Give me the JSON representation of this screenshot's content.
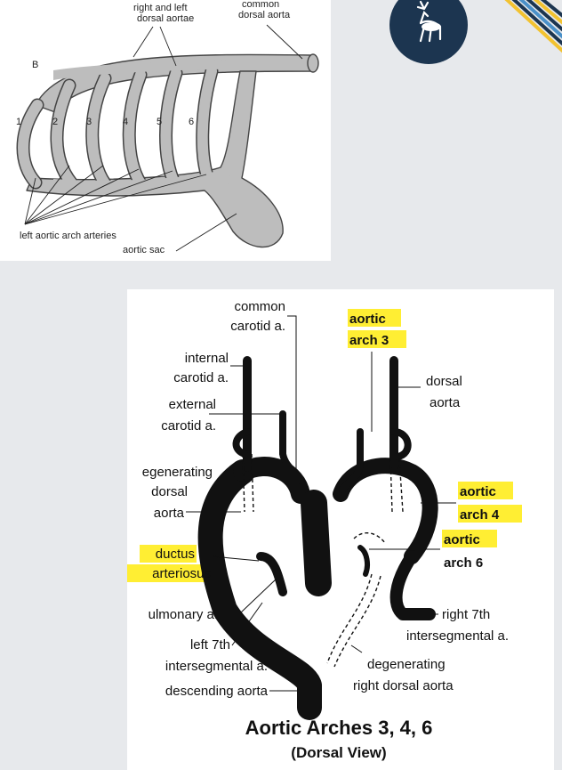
{
  "top_diagram": {
    "label_b": "B",
    "label_right_left_dorsal_aortae_1": "right and left",
    "label_right_left_dorsal_aortae_2": "dorsal aortae",
    "label_common_dorsal_aorta_1": "common",
    "label_common_dorsal_aorta_2": "dorsal aorta",
    "arch_numbers": [
      "1",
      "2",
      "3",
      "4",
      "5",
      "6"
    ],
    "label_left_aortic_arch_arteries": "left aortic arch arteries",
    "label_aortic_sac": "aortic sac"
  },
  "bottom_diagram": {
    "common_carotid_1": "common",
    "common_carotid_2": "carotid a.",
    "internal_carotid_1": "internal",
    "internal_carotid_2": "carotid a.",
    "external_carotid_1": "external",
    "external_carotid_2": "carotid a.",
    "degenerating_dorsal_aorta_1": "egenerating",
    "degenerating_dorsal_aorta_2": "dorsal",
    "degenerating_dorsal_aorta_3": "aorta",
    "ductus_1": "ductus",
    "ductus_2": "arteriosus",
    "pulmonary": "ulmonary a.",
    "left_7th_1": "left 7th",
    "left_7th_2": "intersegmental a.",
    "descending_aorta": "descending aorta",
    "aortic_arch_3_1": "aortic",
    "aortic_arch_3_2": "arch 3",
    "dorsal_aorta_1": "dorsal",
    "dorsal_aorta_2": "aorta",
    "aortic_arch_4_1": "aortic",
    "aortic_arch_4_2": "arch 4",
    "aortic_arch_6_1": "aortic",
    "aortic_arch_6_2": "arch 6",
    "right_7th_1": "right 7th",
    "right_7th_2": "intersegmental a.",
    "degenerating_right_1": "degenerating",
    "degenerating_right_2": "right dorsal aorta",
    "title": "Aortic Arches 3, 4, 6",
    "subtitle": "(Dorsal View)"
  },
  "colors": {
    "highlight": "#ffee33",
    "logo_bg": "#1c3550",
    "stripe_navy": "#1c3550",
    "stripe_yellow": "#f2c230",
    "stripe_blue": "#4a90c8"
  },
  "icons": {
    "logo": "stag-icon"
  }
}
